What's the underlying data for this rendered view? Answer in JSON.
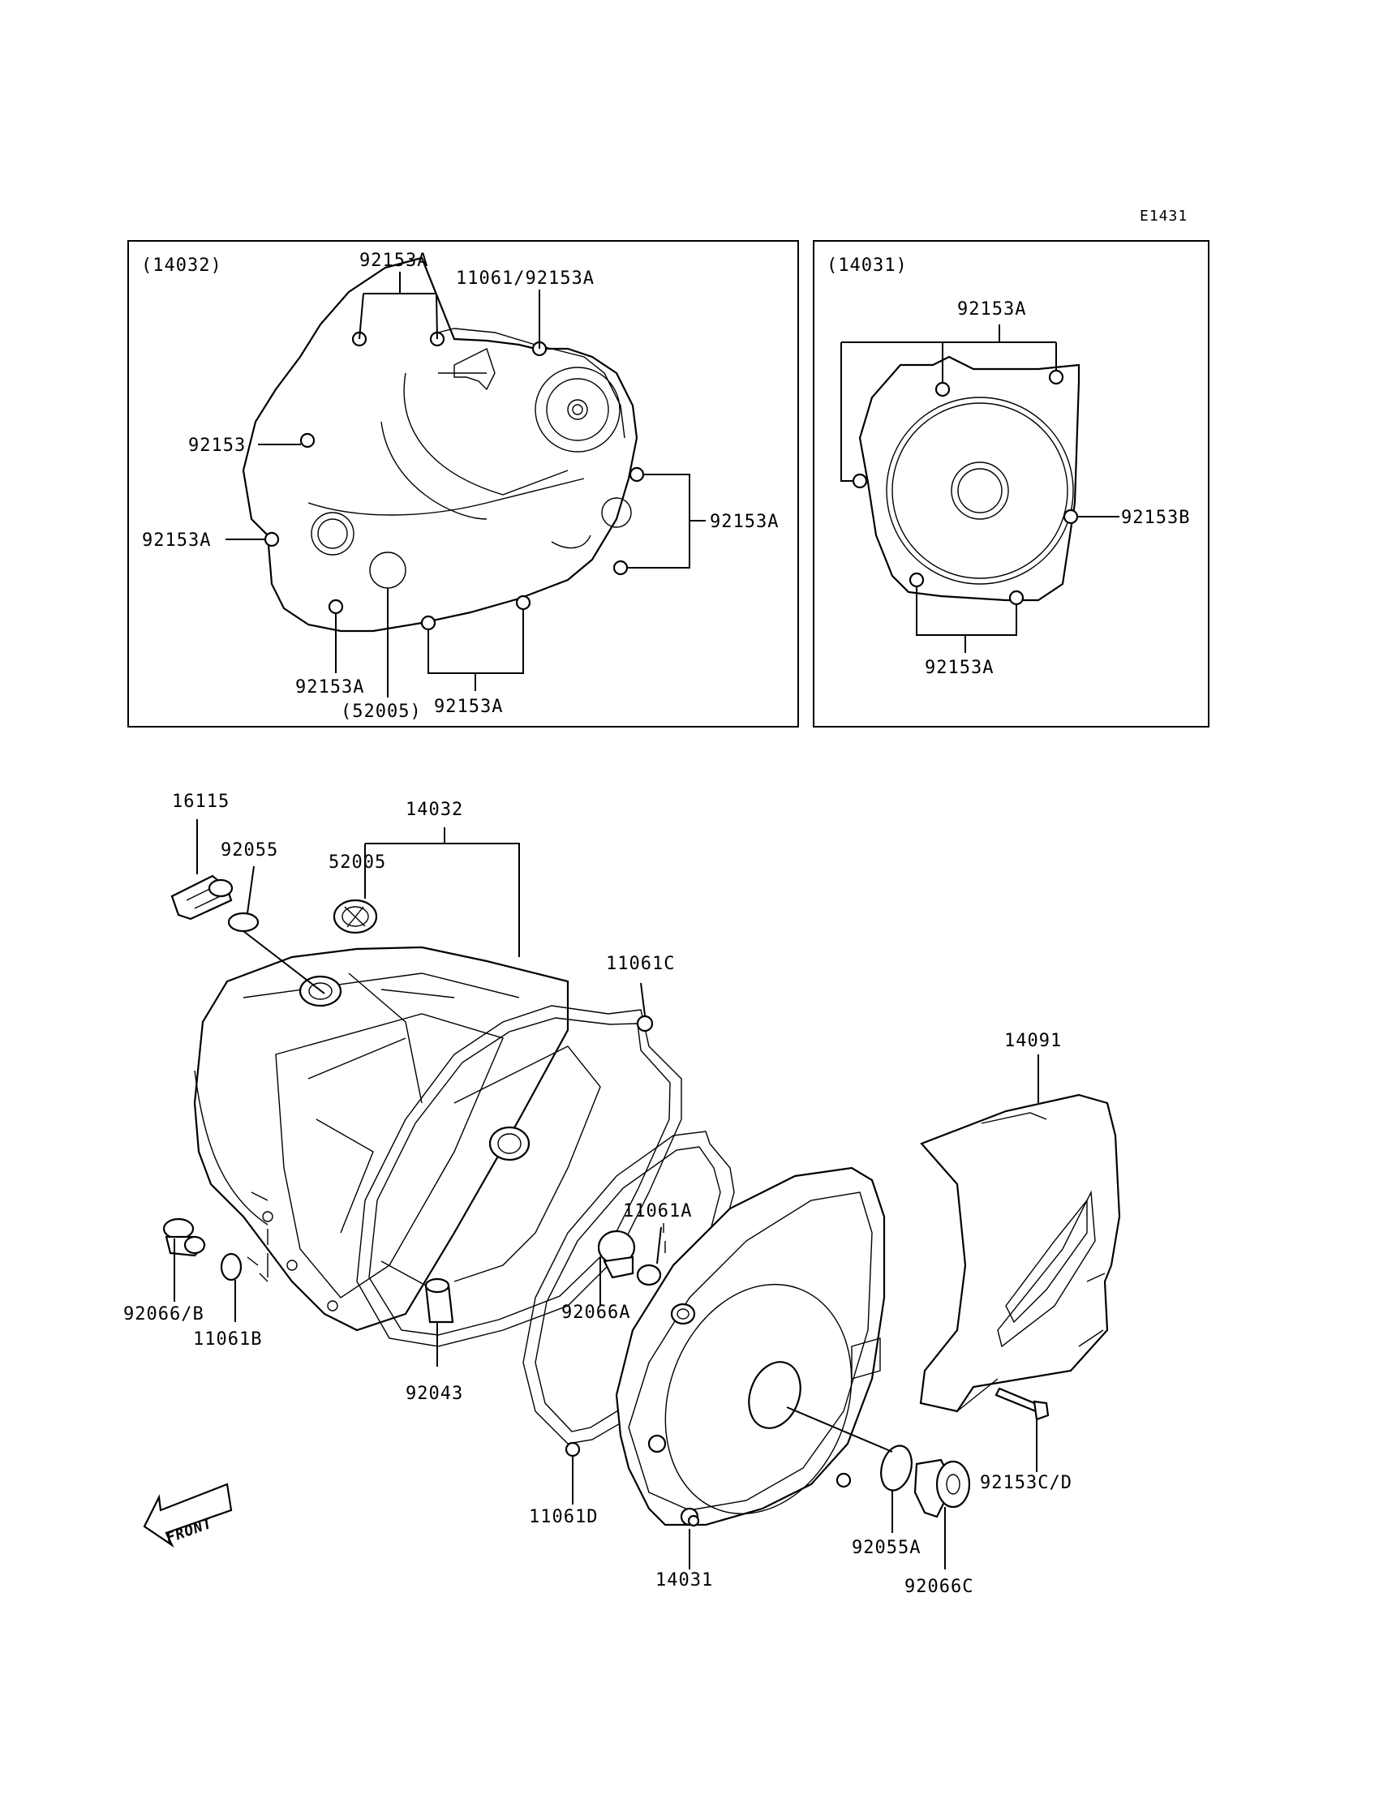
{
  "figure_code": "E1431",
  "panel_left": {
    "title": "(14032)",
    "labels": {
      "top_pair": "92153A",
      "top_right": "11061/92153A",
      "left_upper": "92153",
      "left_mid": "92153A",
      "right_group": "92153A",
      "bottom_left": "92153A",
      "bottom_seal": "(52005)",
      "bottom_pair": "92153A"
    }
  },
  "panel_right": {
    "title": "(14031)",
    "labels": {
      "top_group": "92153A",
      "right": "92153B",
      "bottom_pair": "92153A"
    }
  },
  "main": {
    "labels": {
      "cap": "16115",
      "cap_oring": "92055",
      "cover_clutch": "14032",
      "seal": "52005",
      "gasket_c": "11061C",
      "cover_guard": "14091",
      "plug_left": "92066/B",
      "oring_left": "11061B",
      "oring_a": "11061A",
      "plug_a": "92066A",
      "dowel": "92043",
      "gasket_d": "11061D",
      "cover_generator": "14031",
      "bolt_cd": "92153C/D",
      "oring_cap_a": "92055A",
      "plug_c": "92066C"
    },
    "front_arrow": "FRONT"
  }
}
